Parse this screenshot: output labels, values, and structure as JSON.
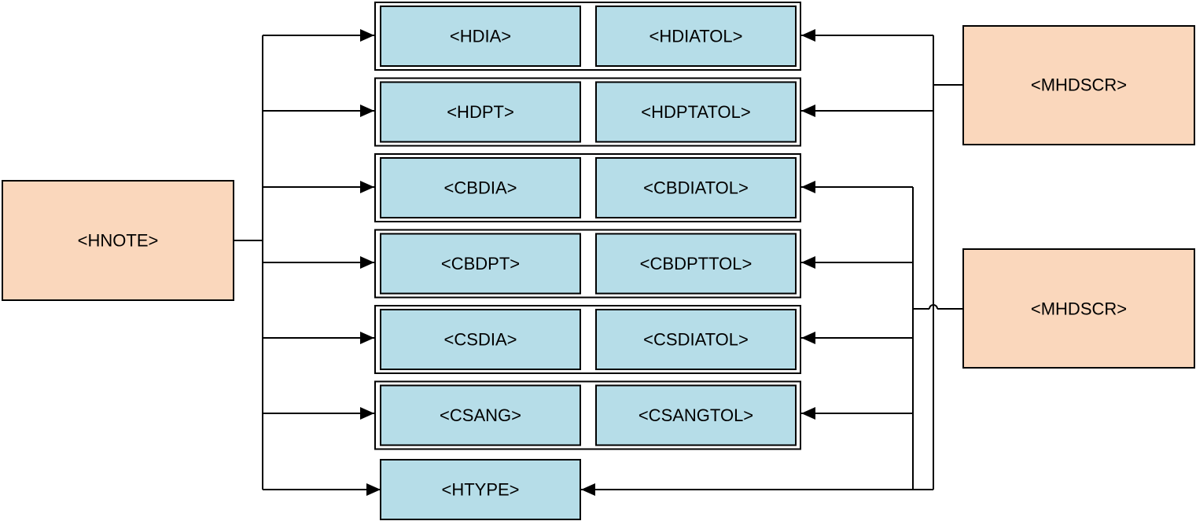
{
  "colors": {
    "source_fill": "#FAD7BC",
    "field_fill": "#B6DDE8",
    "stroke": "#000000",
    "background": "#FFFFFF"
  },
  "source_node": {
    "label": "<HNOTE>"
  },
  "descriptor_nodes": [
    {
      "label": "<MHDSCR>"
    },
    {
      "label": "<MHDSCR>"
    }
  ],
  "field_pairs": [
    {
      "field": "<HDIA>",
      "tolerance": "<HDIATOL>"
    },
    {
      "field": "<HDPT>",
      "tolerance": "<HDPTATOL>"
    },
    {
      "field": "<CBDIA>",
      "tolerance": "<CBDIATOL>"
    },
    {
      "field": "<CBDPT>",
      "tolerance": "<CBDPTTOL>"
    },
    {
      "field": "<CSDIA>",
      "tolerance": "<CSDIATOL>"
    },
    {
      "field": "<CSANG>",
      "tolerance": "<CSANGTOL>"
    }
  ],
  "type_node": {
    "label": "<HTYPE>"
  }
}
